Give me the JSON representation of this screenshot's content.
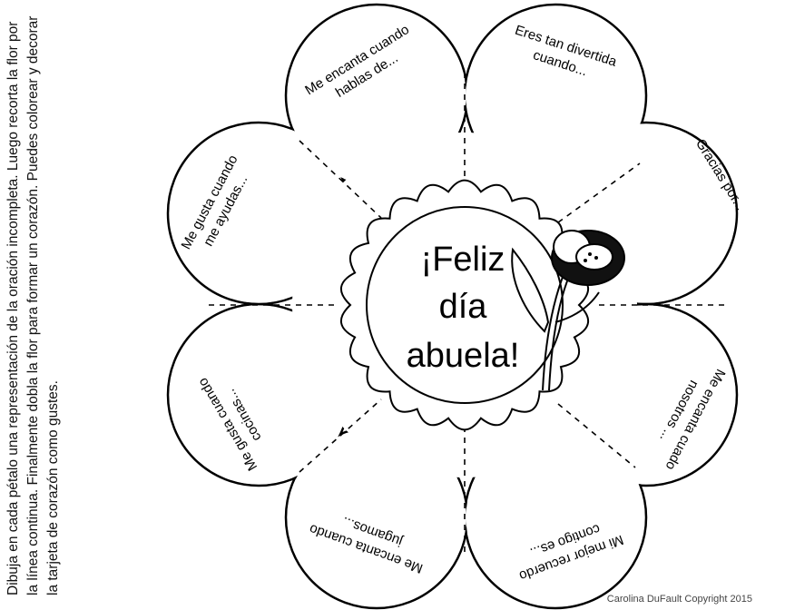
{
  "instructions": "Dibuja en cada pétalo una representación de la oración incompleta. Luego recorta la flor por la línea continua. Finalmente dobla la flor para formar un corazón. Puedes colorear y decorar la tarjeta de corazón como gustes.",
  "center": {
    "line1": "¡Feliz",
    "line2": "día",
    "line3": "abuela!"
  },
  "petals": {
    "top_left": [
      "Me encanta cuando",
      "hablas de..."
    ],
    "top_right": [
      "Eres tan divertida",
      "cuando..."
    ],
    "right_upper": [
      "Gracias por..."
    ],
    "right_lower": [
      "Me encanta cuado",
      "nosotros ..."
    ],
    "bottom_right": [
      "Mi mejor recuerdo",
      "contigo es..."
    ],
    "bottom_left": [
      "Me encanta cuando",
      "jugamos..."
    ],
    "left_lower": [
      "Me gusta cuando",
      "cocinas..."
    ],
    "left_upper": [
      "Me gusta cuando",
      "me ayudas..."
    ]
  },
  "copyright": "Carolina DuFault Copyright 2015"
}
